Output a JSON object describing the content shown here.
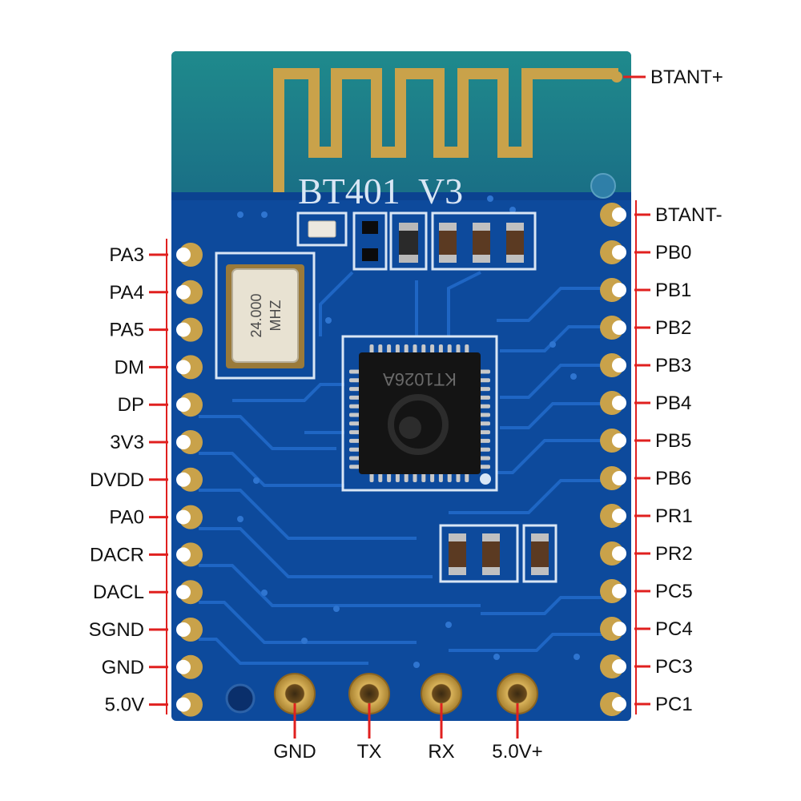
{
  "board": {
    "silkscreen": "BT401  V3",
    "crystal_text_1": "24.000",
    "crystal_text_2": "MHZ",
    "chip_text": "KT1026A",
    "colors": {
      "pcb": "#0d4a9c",
      "pcb_dark": "#0a3a80",
      "antenna_area": "#1e7f86",
      "trace": "#1f66c4",
      "gold": "#c9a24a",
      "silk": "#d9e6f5",
      "leader": "#e0201f"
    }
  },
  "pins": {
    "left": [
      "PA3",
      "PA4",
      "PA5",
      "DM",
      "DP",
      "3V3",
      "DVDD",
      "PA0",
      "DACR",
      "DACL",
      "SGND",
      "GND",
      "5.0V"
    ],
    "right_top": "BTANT+",
    "right": [
      "BTANT-",
      "PB0",
      "PB1",
      "PB2",
      "PB3",
      "PB4",
      "PB5",
      "PB6",
      "PR1",
      "PR2",
      "PC5",
      "PC4",
      "PC3",
      "PC1"
    ],
    "bottom": [
      "GND",
      "TX",
      "RX",
      "5.0V+"
    ]
  }
}
